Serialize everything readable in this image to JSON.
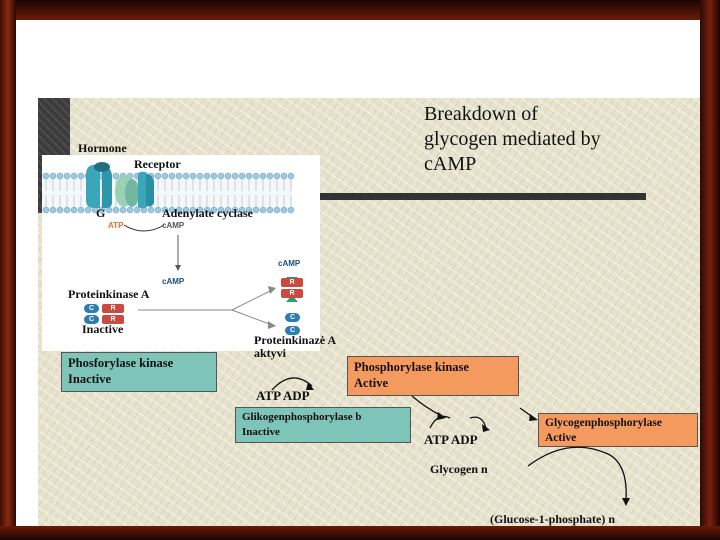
{
  "title": "Breakdown of\nglycogen mediated by\ncAMP",
  "figure": {
    "hormone": "Hormone",
    "receptor": "Receptor",
    "g": "G",
    "adenylate_cyclase": "Adenylate cyclase",
    "atp": "ATP",
    "camp": "cAMP",
    "camp2": "cAMP",
    "camp3": "cAMP",
    "pka_title": "Proteinkinase A",
    "pka_inactive": "Inactive",
    "chip_c": "C",
    "chip_r": "R"
  },
  "pka_active": "Proteinkinazė A\naktyvi",
  "phk_inactive": "Phosforylase kinase\nInactive",
  "phk_active": "Phosphorylase kinase\nActive",
  "atp_adp_1": "ATP  ADP",
  "gp_inactive": "Glikogenphosphorylase b\nInactive",
  "atp_adp_2": "ATP  ADP",
  "gp_active": "Glycogenphosphorylase\nActive",
  "glycogen": "Glycogen n",
  "g1p": "(Glucose-1-phosphate) n",
  "colors": {
    "teal": "#7fc4b8",
    "orange": "#f59a5e",
    "membrane": "#8ec1dc",
    "receptor": "#3aa6b8"
  }
}
